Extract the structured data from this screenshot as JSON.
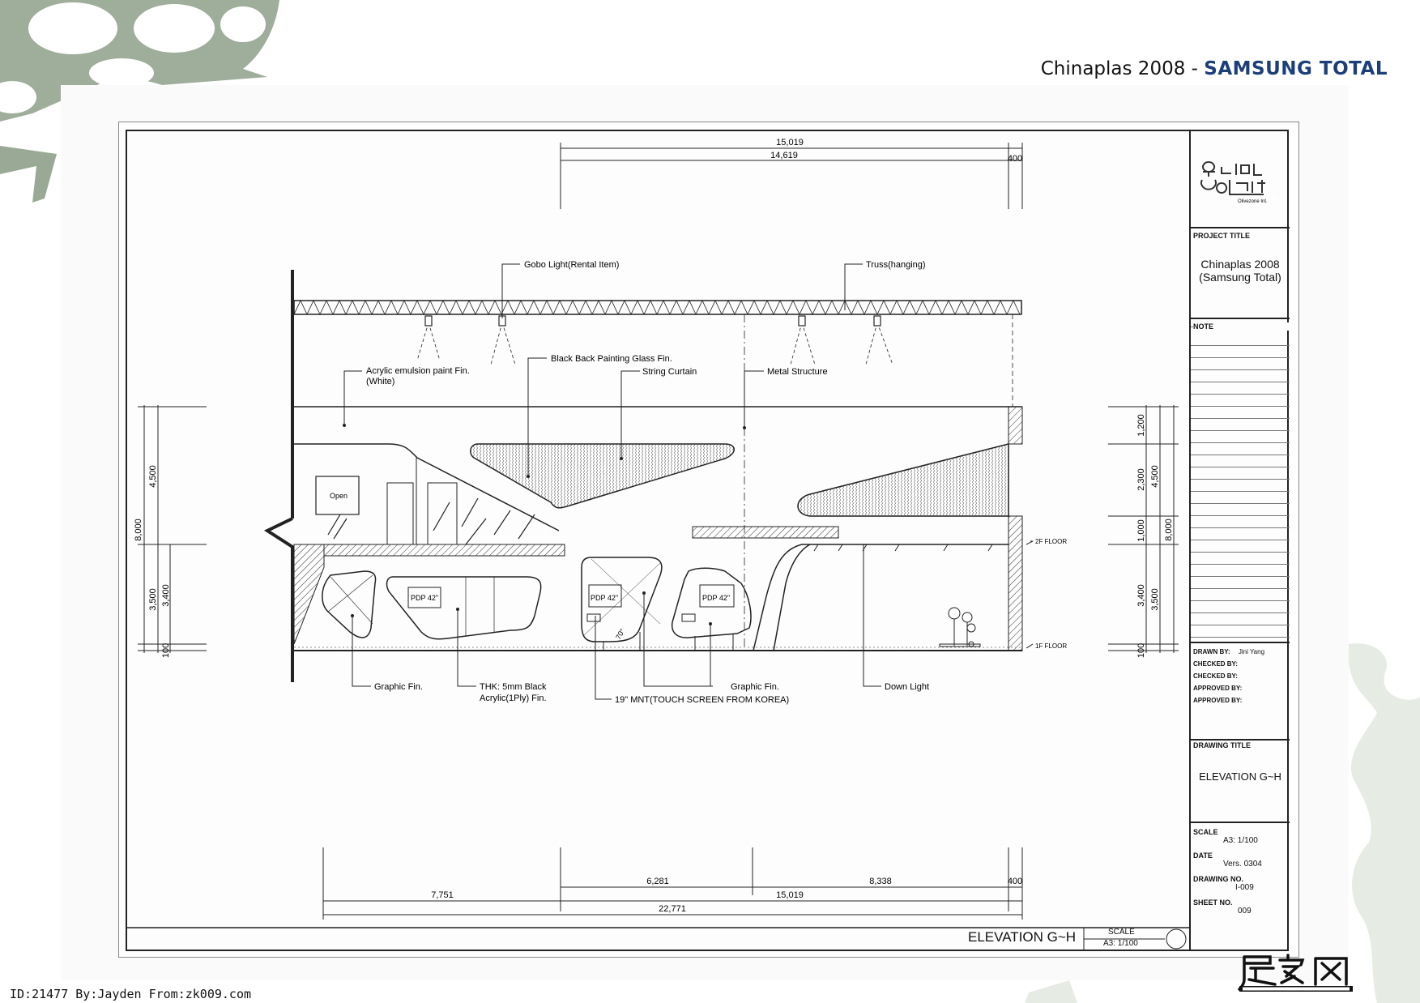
{
  "header": {
    "event": "Chinaplas 2008 - ",
    "brand": "SAMSUNG TOTAL"
  },
  "colors": {
    "accent": "#1c3f7a",
    "deco": "#9aa996",
    "line": "#222222"
  },
  "dimensions": {
    "top_overall": "15,019",
    "top_main": "14,619",
    "top_side": "400",
    "left_total": "8,000",
    "left_upper": "4,500",
    "left_lower_a": "3,500",
    "left_lower_b": "3,400",
    "left_base": "100",
    "right_a": "1,200",
    "right_b": "2,300",
    "right_c": "1,000",
    "right_d": "3,400",
    "right_e": "100",
    "right_f": "4,500",
    "right_g": "3,500",
    "right_total": "8,000",
    "bottom_a": "6,281",
    "bottom_b": "8,338",
    "bottom_c": "400",
    "bottom_d": "7,751",
    "bottom_e": "15,019",
    "bottom_total": "22,771",
    "angle": "70°"
  },
  "labels": {
    "gobo": "Gobo Light(Rental Item)",
    "truss": "Truss(hanging)",
    "black_glass": "Black Back Painting Glass Fin.",
    "acrylic_1": "Acrylic emulsion paint Fin.",
    "acrylic_2": "(White)",
    "string_curtain": "String Curtain",
    "metal": "Metal Structure",
    "open_sign": "Open",
    "pdp1": "PDP 42\"",
    "pdp2": "PDP 42\"",
    "pdp3": "PDP 42\"",
    "floor2": "2F FLOOR",
    "floor1": "1F FLOOR",
    "graphic_1": "Graphic Fin.",
    "thk_1": "THK: 5mm Black",
    "thk_2": "Acrylic(1Ply) Fin.",
    "graphic_2": "Graphic Fin.",
    "mnt": "19\" MNT(TOUCH SCREEN FROM KOREA)",
    "down_light": "Down Light"
  },
  "title_block": {
    "project_title_h": "PROJECT TITLE",
    "project_title_1": "Chinaplas 2008",
    "project_title_2": "(Samsung Total)",
    "note_h": "NOTE",
    "drawn_by": "DRAWN BY:",
    "drawn_by_name": "Jini Yang",
    "checked_by_1": "CHECKED BY:",
    "checked_by_2": "CHECKED BY:",
    "approved_by_1": "APPROVED BY:",
    "approved_by_2": "APPROVED BY:",
    "drawing_title_h": "DRAWING TITLE",
    "drawing_title": "ELEVATION G~H",
    "scale_h": "SCALE",
    "scale": "A3: 1/100",
    "date_h": "DATE",
    "date": "Vers. 0304",
    "drawing_no_h": "DRAWING NO.",
    "drawing_no": "I-009",
    "sheet_no_h": "SHEET NO.",
    "sheet_no": "009"
  },
  "bottom_bar": {
    "title": "ELEVATION G~H",
    "scale_h": "SCALE",
    "scale": "A3: 1/100"
  },
  "footer": {
    "id_text": "ID:21477 By:Jayden From:zk009.com"
  }
}
